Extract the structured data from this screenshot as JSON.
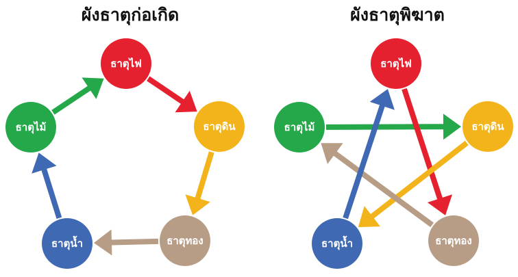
{
  "generating_cycle": {
    "title": "ผังธาตุก่อเกิด",
    "nodes": {
      "fire": {
        "label": "ธาตุไฟ",
        "color": "#e5212f"
      },
      "earth": {
        "label": "ธาตุดิน",
        "color": "#f3b31b"
      },
      "metal": {
        "label": "ธาตุทอง",
        "color": "#b79c86"
      },
      "water": {
        "label": "ธาตุน้ำ",
        "color": "#3f69b3"
      },
      "wood": {
        "label": "ธาตุไม้",
        "color": "#25a84a"
      }
    },
    "arrows": [
      {
        "from": "wood",
        "to": "fire",
        "color": "#25a84a"
      },
      {
        "from": "fire",
        "to": "earth",
        "color": "#e5212f"
      },
      {
        "from": "earth",
        "to": "metal",
        "color": "#f3b31b"
      },
      {
        "from": "metal",
        "to": "water",
        "color": "#b79c86"
      },
      {
        "from": "water",
        "to": "wood",
        "color": "#3f69b3"
      }
    ]
  },
  "controlling_cycle": {
    "title": "ผังธาตุพิฆาต",
    "nodes": {
      "fire": {
        "label": "ธาตุไฟ",
        "color": "#e5212f"
      },
      "earth": {
        "label": "ธาตุดิน",
        "color": "#f3b31b"
      },
      "metal": {
        "label": "ธาตุทอง",
        "color": "#b79c86"
      },
      "water": {
        "label": "ธาตุน้ำ",
        "color": "#3f69b3"
      },
      "wood": {
        "label": "ธาตุไม้",
        "color": "#25a84a"
      }
    },
    "arrows": [
      {
        "from": "wood",
        "to": "earth",
        "color": "#25a84a"
      },
      {
        "from": "fire",
        "to": "metal",
        "color": "#e5212f"
      },
      {
        "from": "earth",
        "to": "water",
        "color": "#f3b31b"
      },
      {
        "from": "metal",
        "to": "wood",
        "color": "#b79c86"
      },
      {
        "from": "water",
        "to": "fire",
        "color": "#3f69b3"
      }
    ]
  }
}
